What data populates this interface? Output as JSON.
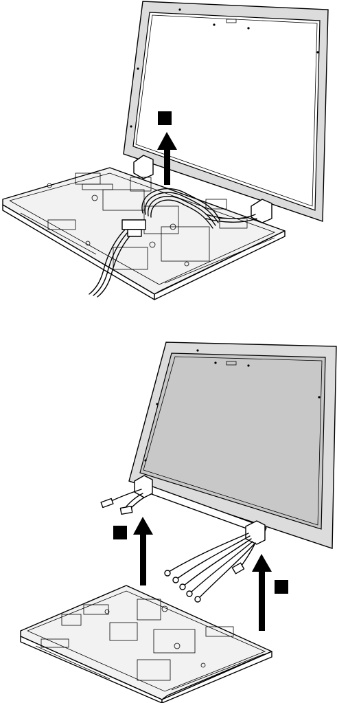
{
  "figure": {
    "steps": [
      {
        "id": "step-1",
        "arrows": 1,
        "callouts": 1
      },
      {
        "id": "step-2",
        "arrows": 2,
        "callouts": 2
      }
    ],
    "colors": {
      "line": "#000000",
      "screen": "#c8c8c8",
      "bezel": "#dcdcdc",
      "base": "#f2f2f2"
    }
  }
}
